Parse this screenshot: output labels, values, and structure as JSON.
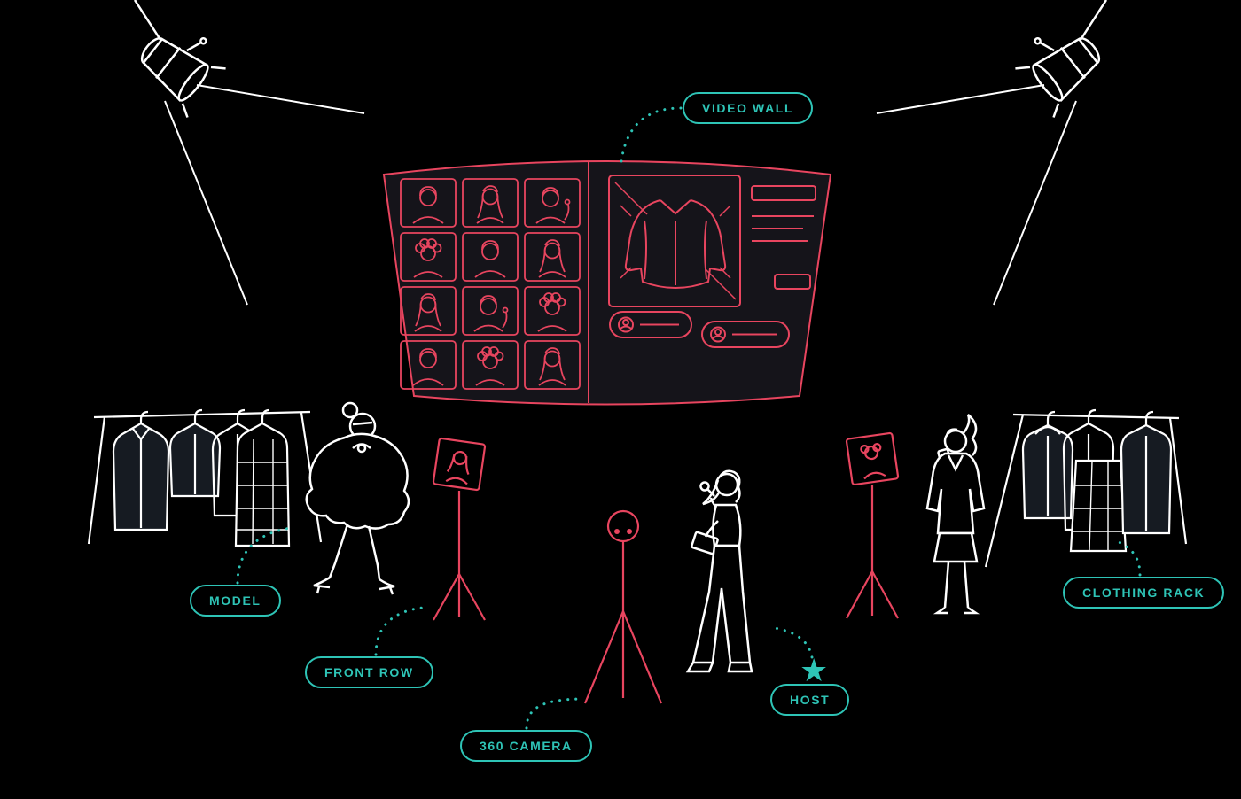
{
  "scene": {
    "description": "Virtual fashion show stage diagram",
    "background_color": "#000000",
    "accent_teal": "#2EC4B6",
    "accent_red": "#E8455F",
    "line_color": "#FFFFFF"
  },
  "labels": {
    "video_wall": "VIDEO WALL",
    "model": "MODEL",
    "front_row": "FRONT ROW",
    "camera_360": "360 CAMERA",
    "host": "HOST",
    "clothing_rack": "CLOTHING RACK"
  },
  "icons": {
    "host_star": "★"
  }
}
